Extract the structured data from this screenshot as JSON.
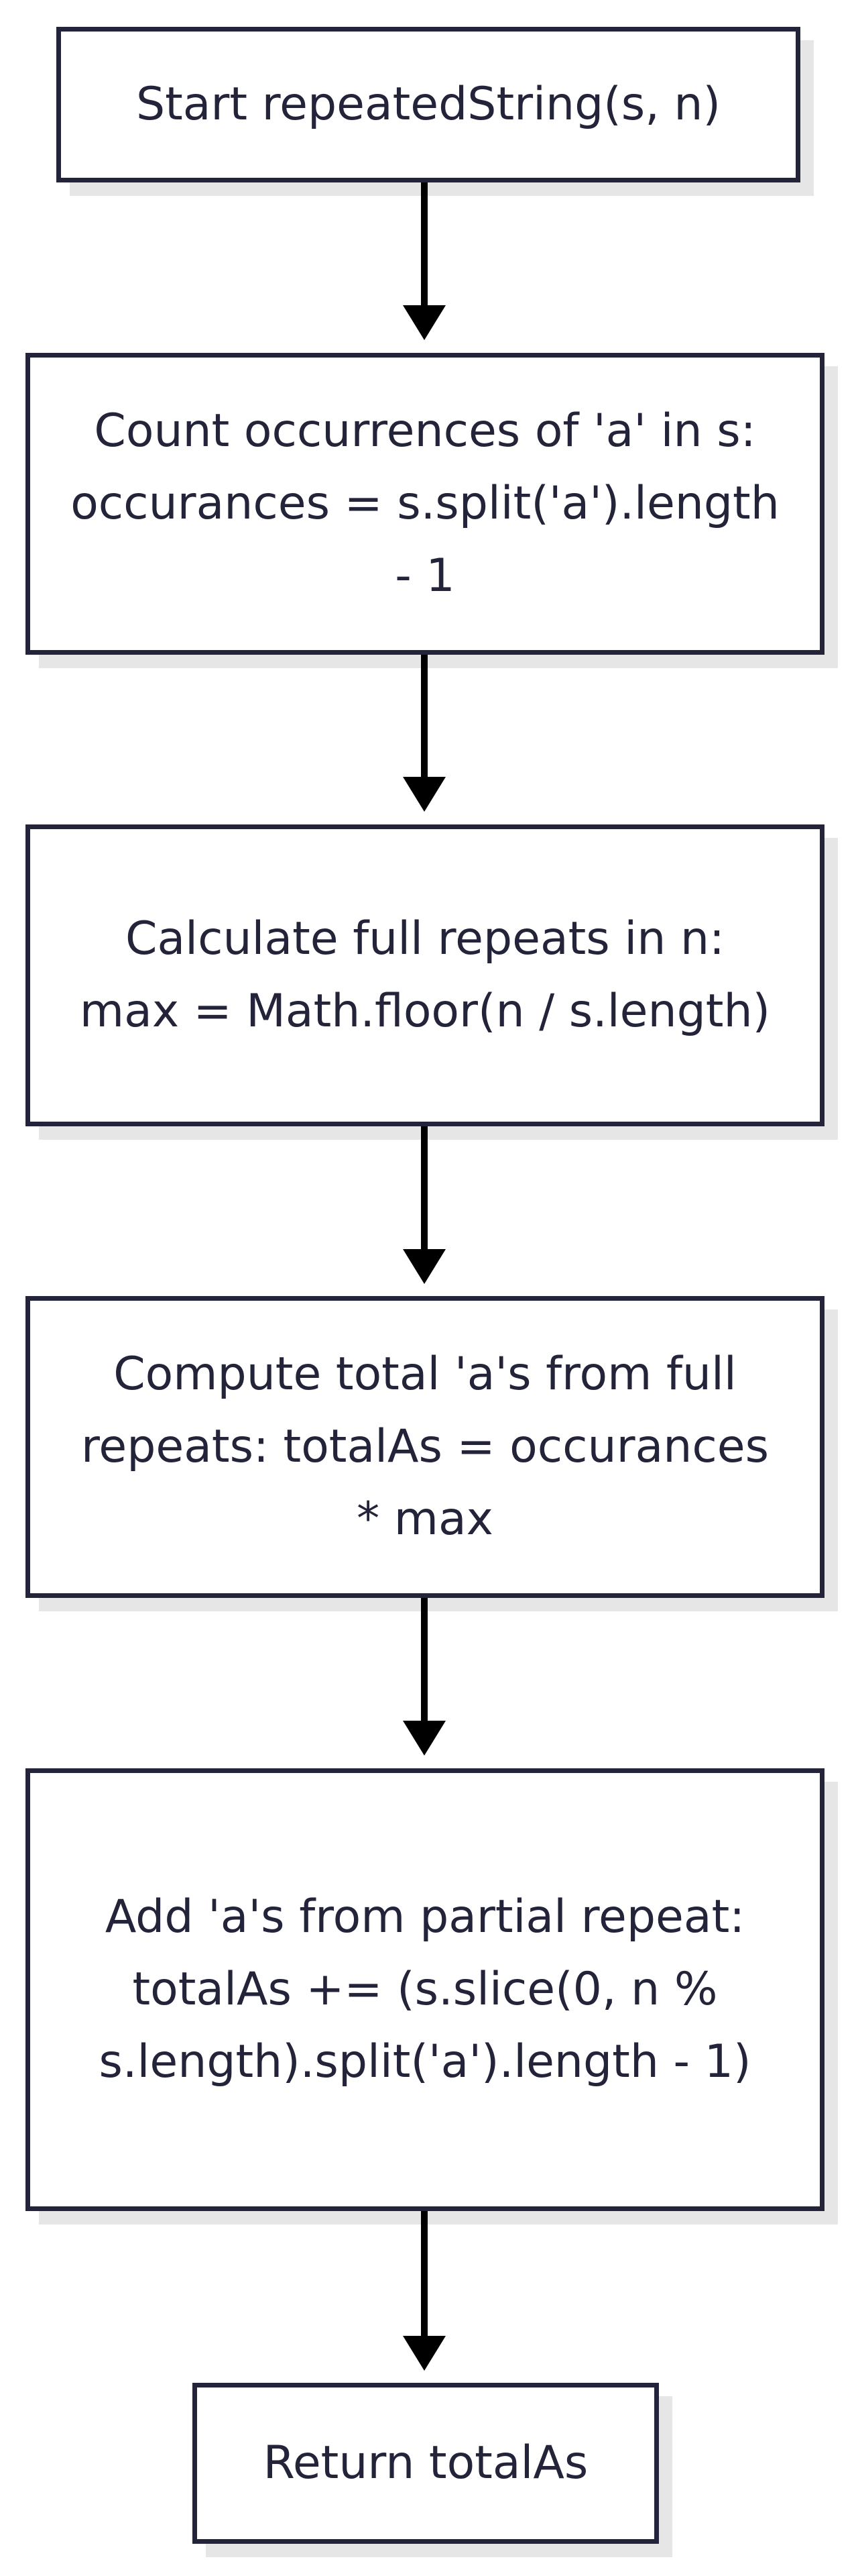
{
  "flowchart": {
    "nodes": [
      {
        "id": "start",
        "label": "Start repeatedString(s, n)"
      },
      {
        "id": "count",
        "label": "Count occurrences of 'a' in s: occurances = s.split('a').length - 1"
      },
      {
        "id": "calc",
        "label": "Calculate full repeats in n: max = Math.floor(n / s.length)"
      },
      {
        "id": "compute",
        "label": "Compute total 'a's from full repeats: totalAs = occurances * max"
      },
      {
        "id": "add",
        "label": "Add 'a's from partial repeat: totalAs += (s.slice(0, n % s.length).split('a').length - 1)"
      },
      {
        "id": "return",
        "label": "Return totalAs"
      }
    ],
    "edges": [
      {
        "from": "start",
        "to": "count"
      },
      {
        "from": "count",
        "to": "calc"
      },
      {
        "from": "calc",
        "to": "compute"
      },
      {
        "from": "compute",
        "to": "add"
      },
      {
        "from": "add",
        "to": "return"
      }
    ],
    "colors": {
      "node_border": "#23233a",
      "node_text": "#23233a",
      "node_fill": "#ffffff",
      "shadow": "#e6e6e6",
      "arrow": "#000000"
    }
  }
}
